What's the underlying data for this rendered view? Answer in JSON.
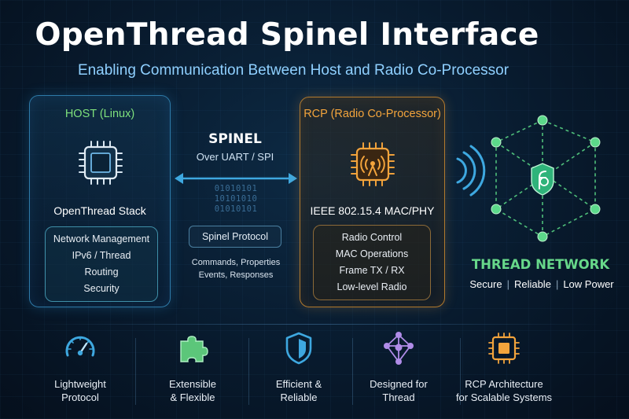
{
  "header": {
    "title": "OpenThread Spinel Interface",
    "subtitle": "Enabling Communication Between Host and Radio Co-Processor"
  },
  "host": {
    "title": "HOST (Linux)",
    "stack": "OpenThread Stack",
    "items": [
      "Network Management",
      "IPv6 / Thread",
      "Routing",
      "Security"
    ],
    "icon": "cpu-chip-icon"
  },
  "spinel": {
    "title": "SPINEL",
    "transport": "Over UART / SPI",
    "binary": [
      "01010101",
      "10101010",
      "01010101"
    ],
    "protocol": "Spinel Protocol",
    "desc_line1": "Commands, Properties",
    "desc_line2": "Events, Responses"
  },
  "rcp": {
    "title": "RCP (Radio Co-Processor)",
    "layer": "IEEE 802.15.4 MAC/PHY",
    "items": [
      "Radio Control",
      "MAC Operations",
      "Frame TX / RX",
      "Low-level Radio"
    ],
    "icon": "radio-chip-icon"
  },
  "network": {
    "title": "THREAD NETWORK",
    "tags": [
      "Secure",
      "Reliable",
      "Low Power"
    ]
  },
  "features": [
    {
      "icon": "gauge-icon",
      "line1": "Lightweight",
      "line2": "Protocol"
    },
    {
      "icon": "puzzle-icon",
      "line1": "Extensible",
      "line2": "& Flexible"
    },
    {
      "icon": "shield-icon",
      "line1": "Efficient &",
      "line2": "Reliable"
    },
    {
      "icon": "mesh-icon",
      "line1": "Designed for",
      "line2": "Thread"
    },
    {
      "icon": "chip-icon",
      "line1": "RCP Architecture",
      "line2": "for Scalable Systems"
    }
  ],
  "colors": {
    "host_accent": "#7ee07c",
    "rcp_accent": "#f3a43c",
    "spinel_arrow": "#3ea8e0",
    "network_green": "#67d88a",
    "subtitle_blue": "#8fd0ff"
  }
}
